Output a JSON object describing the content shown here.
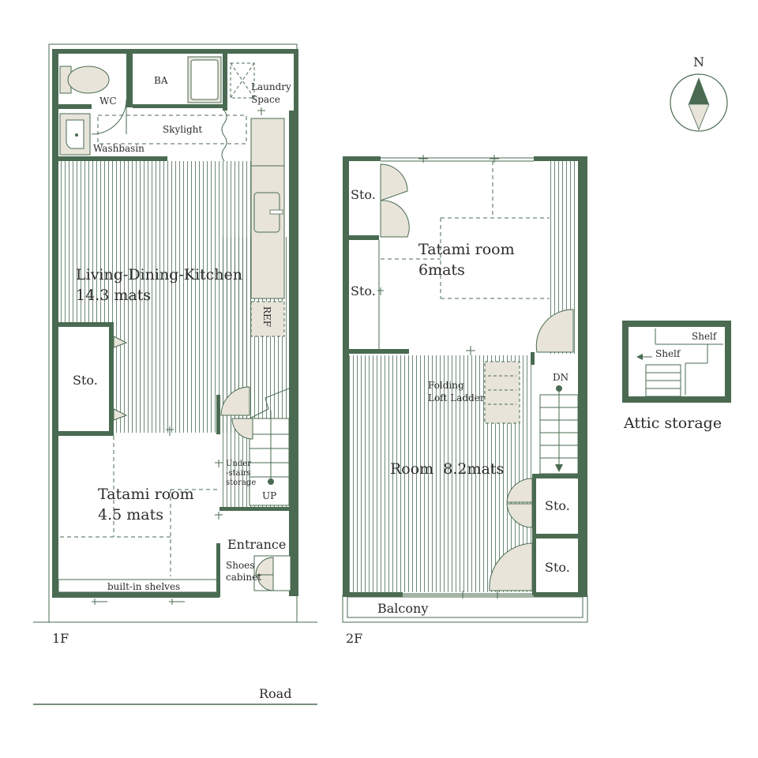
{
  "colors": {
    "wall": "#4a6b52",
    "fill": "#e8e4da",
    "line": "#4a6b52",
    "text": "#2b2b2b"
  },
  "compass": {
    "north_label": "N"
  },
  "floor1": {
    "label": "1F",
    "wc": "WC",
    "ba": "BA",
    "laundry_line1": "Laundry",
    "laundry_line2": "Space",
    "skylight": "Skylight",
    "washbasin": "Washbasin",
    "ldk_line1": "Living-Dining-Kitchen",
    "ldk_line2": "14.3 mats",
    "ref": "REF",
    "storage": "Sto.",
    "understairs_line1": "Under",
    "understairs_line2": "-stairs",
    "understairs_line3": "storage",
    "up": "UP",
    "tatami_line1": "Tatami room",
    "tatami_line2": "4.5 mats",
    "entrance": "Entrance",
    "shoes_line1": "Shoes",
    "shoes_line2": "cabinet",
    "shelves": "built-in shelves"
  },
  "floor2": {
    "label": "2F",
    "sto1": "Sto.",
    "sto2": "Sto.",
    "sto3": "Sto.",
    "sto4": "Sto.",
    "tatami_line1": "Tatami room",
    "tatami_line2": "6mats",
    "ladder_line1": "Folding",
    "ladder_line2": "Loft Ladder",
    "dn": "DN",
    "room": "Room  8.2mats",
    "balcony": "Balcony"
  },
  "attic": {
    "title": "Attic storage",
    "shelf1": "Shelf",
    "shelf2": "Shelf"
  },
  "road": "Road"
}
